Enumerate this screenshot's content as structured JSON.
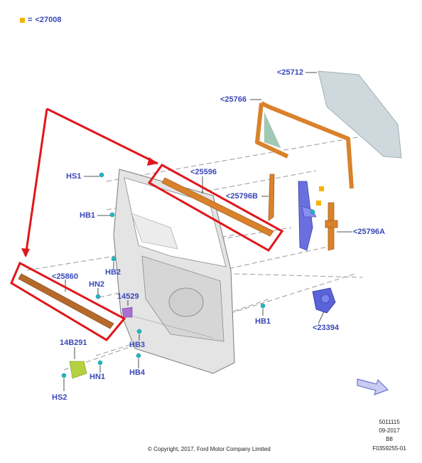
{
  "legend": {
    "symbol": "=",
    "text": "<27008",
    "color": "#f5b400"
  },
  "labels": {
    "p25712": "<25712",
    "p25766": "<25766",
    "p25596": "<25596",
    "p25796b": "<25796B",
    "p25796a": "<25796A",
    "p25860": "<25860",
    "p23394": "<23394",
    "hs1": "HS1",
    "hb1_left": "HB1",
    "hb2": "HB2",
    "hn2": "HN2",
    "p14529": "14529",
    "hb1_right": "HB1",
    "p14b291": "14B291",
    "hb3": "HB3",
    "hn1": "HN1",
    "hb4": "HB4",
    "hs2": "HS2"
  },
  "footer": {
    "copyright": "© Copyright, 2017, Ford Motor Company Limited",
    "code1": "5011115",
    "date": "09-2017",
    "rev": "B8",
    "figure": "F0359255-01"
  },
  "colors": {
    "label": "#3a48b8",
    "highlight": "#e0161b",
    "orange_part": "#d9822b",
    "glass": "#cfd8dc",
    "regulator": "#5a5fd0",
    "fastener": "#1fb7c8"
  },
  "icons": [
    "view-direction-arrow-icon"
  ]
}
